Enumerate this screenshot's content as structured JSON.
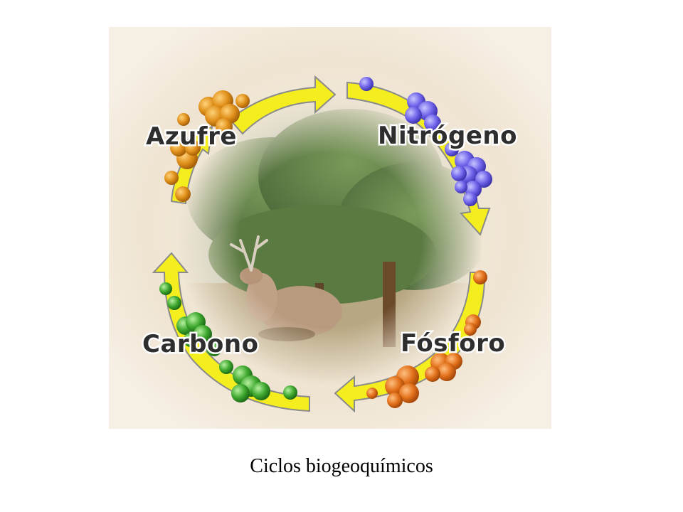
{
  "diagram": {
    "labels": {
      "azufre": "Azufre",
      "nitrogeno": "Nitrógeno",
      "fosforo": "Fósforo",
      "carbono": "Carbono"
    },
    "colors": {
      "background": "#efe4d2",
      "arrow": "#f5ee1e",
      "arrow_outline": "#8a8a8a",
      "azufre": "#e0901a",
      "nitrogeno": "#6f63ea",
      "fosforo": "#e2701a",
      "carbono": "#3ea82e"
    },
    "icons": [
      "cycle-arrow-icon",
      "molecule-cluster-icon",
      "deer-photo-icon"
    ]
  },
  "caption": "Ciclos biogeoquímicos"
}
